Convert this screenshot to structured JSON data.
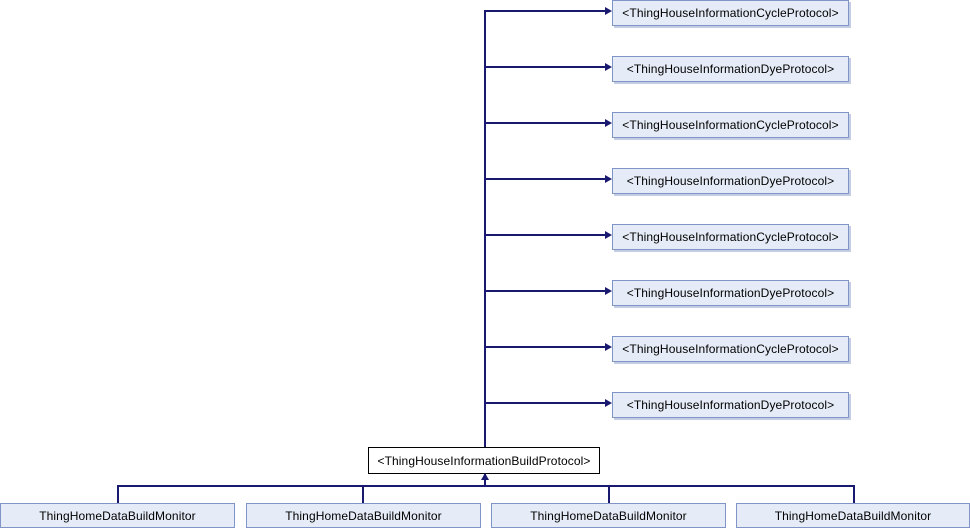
{
  "diagram": {
    "type": "uml-inheritance-graph",
    "background_color": "#ffffff",
    "edge_color": "#191970",
    "iface_fill": "#e6ecf7",
    "iface_border": "#8194c8",
    "focal_fill": "#ffffff",
    "focal_border": "#000000"
  },
  "focal_node": {
    "label": "<ThingHouseInformationBuildProtocol>"
  },
  "protocol_nodes": [
    {
      "label": "<ThingHouseInformationCycleProtocol>"
    },
    {
      "label": "<ThingHouseInformationDyeProtocol>"
    },
    {
      "label": "<ThingHouseInformationCycleProtocol>"
    },
    {
      "label": "<ThingHouseInformationDyeProtocol>"
    },
    {
      "label": "<ThingHouseInformationCycleProtocol>"
    },
    {
      "label": "<ThingHouseInformationDyeProtocol>"
    },
    {
      "label": "<ThingHouseInformationCycleProtocol>"
    },
    {
      "label": "<ThingHouseInformationDyeProtocol>"
    }
  ],
  "subclass_nodes": [
    {
      "label": "ThingHomeDataBuildMonitor"
    },
    {
      "label": "ThingHomeDataBuildMonitor"
    },
    {
      "label": "ThingHomeDataBuildMonitor"
    },
    {
      "label": "ThingHomeDataBuildMonitor"
    }
  ]
}
